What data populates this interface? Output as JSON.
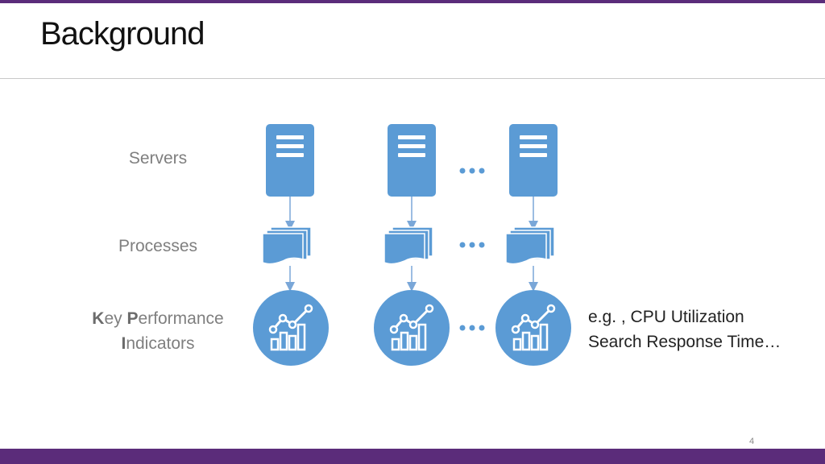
{
  "slide": {
    "title": "Background",
    "page_number": "4"
  },
  "rows": {
    "servers": "Servers",
    "processes": "Processes",
    "kpi": {
      "k_bold": "K",
      "k_rest": "ey ",
      "p_bold": "P",
      "p_rest": "erformance",
      "i_bold": "I",
      "i_rest": "ndicators"
    }
  },
  "example": {
    "line1": "e.g. , CPU Utilization",
    "line2": "Search Response Time…"
  },
  "colors": {
    "accent": "#5b9bd5",
    "band": "#5b2c7a",
    "arrow": "#7aa7d8"
  },
  "icons": [
    "server-icon",
    "process-stack-icon",
    "kpi-chart-icon",
    "ellipsis-icon"
  ]
}
